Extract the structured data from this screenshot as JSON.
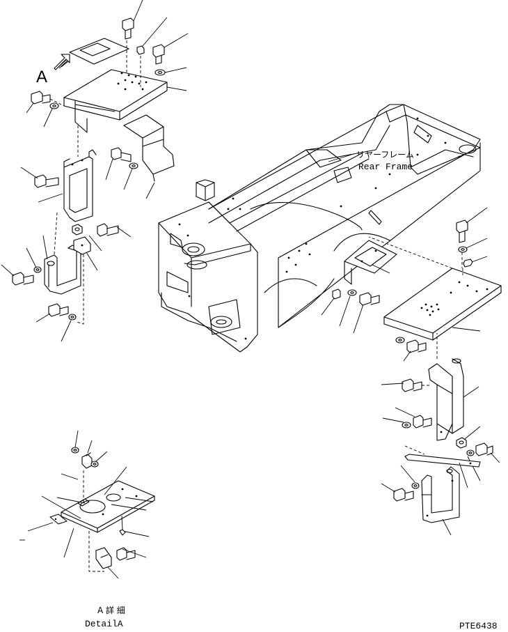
{
  "labels": {
    "rear_frame_jp": "リヤーフレーム",
    "rear_frame_en": "Rear Frame",
    "view_marker": "A",
    "detail_jp": "A 詳 細",
    "detail_en": "DetailA",
    "drawing_code": "PTE6438"
  },
  "icons": [
    "view-arrow-icon"
  ]
}
